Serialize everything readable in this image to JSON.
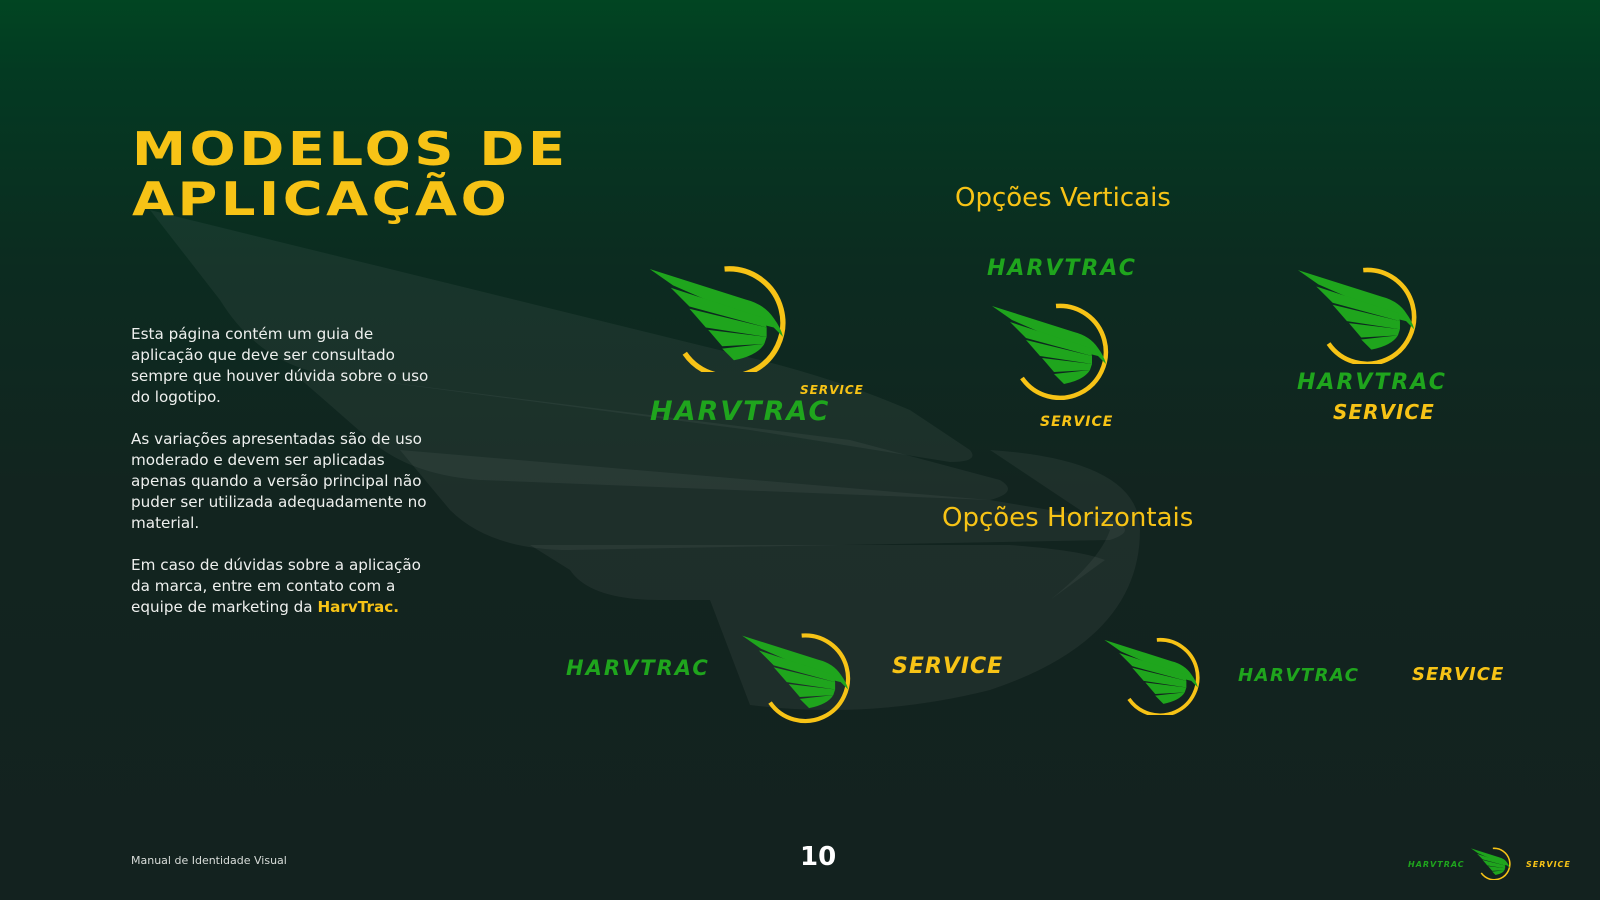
{
  "colors": {
    "background_top": "#014522",
    "background_bottom": "#13221f",
    "brand_yellow": "#f7c316",
    "brand_green": "#1fa51d",
    "body_text": "#eef0ee"
  },
  "header": {
    "title_line1": "Modelos de",
    "title_line2": "Aplicação"
  },
  "body": {
    "paragraph1": "Esta página contém um guia de aplicação que deve ser consultado sempre que houver dúvida sobre o uso do logotipo.",
    "paragraph2": "As variações apresentadas são de uso moderado e devem ser aplicadas apenas quando a versão principal não puder ser utilizada adequadamente no material.",
    "paragraph3_prefix": "Em caso de dúvidas sobre a aplicação da marca, entre em contato com a equipe de marketing da ",
    "paragraph3_highlight": "HarvTrac."
  },
  "sections": {
    "vertical_heading": "Opções Verticais",
    "horizontal_heading": "Opções Horizontais"
  },
  "logos": {
    "brand_name": "HARVTRAC",
    "service_label": "SERVICE",
    "icon": "eagle-wing-circle-icon"
  },
  "footer": {
    "document_title": "Manual de Identidade Visual",
    "page_number": "10"
  }
}
